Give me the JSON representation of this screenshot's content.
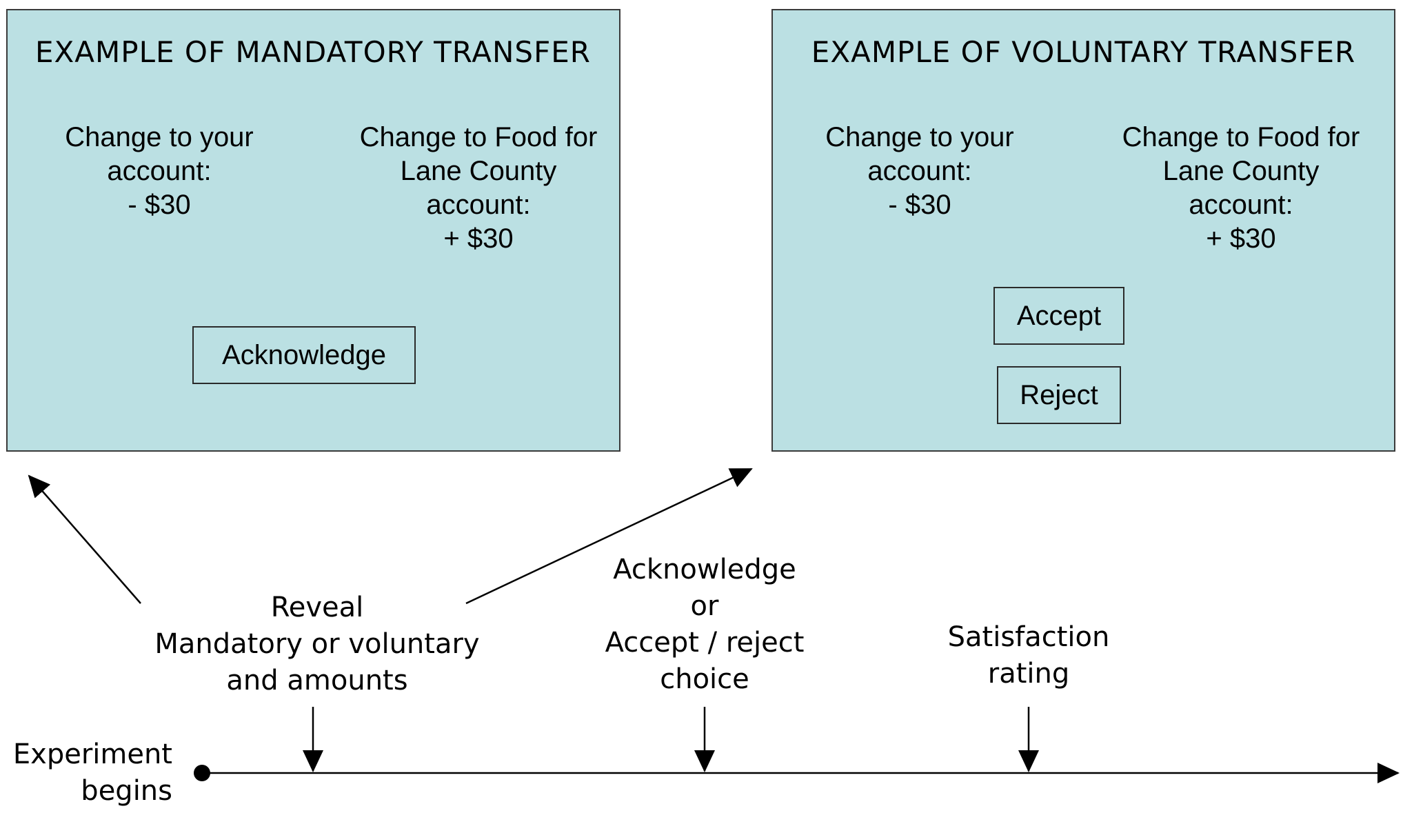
{
  "mandatory_panel": {
    "title": "EXAMPLE OF MANDATORY TRANSFER",
    "your_account": [
      "Change to your",
      "account:",
      "- $30"
    ],
    "food_account": [
      "Change to Food for",
      "Lane County",
      "account:",
      "+ $30"
    ],
    "acknowledge_label": "Acknowledge"
  },
  "voluntary_panel": {
    "title": "EXAMPLE OF VOLUNTARY TRANSFER",
    "your_account": [
      "Change to your",
      "account:",
      "- $30"
    ],
    "food_account": [
      "Change to Food for",
      "Lane County",
      "account:",
      "+ $30"
    ],
    "accept_label": "Accept",
    "reject_label": "Reject"
  },
  "timeline": {
    "start_label": [
      "Experiment",
      "begins"
    ],
    "stages": [
      {
        "lines": [
          "Reveal",
          "Mandatory or voluntary",
          "and amounts"
        ]
      },
      {
        "lines": [
          "Acknowledge",
          "or",
          "Accept / reject",
          "choice"
        ]
      },
      {
        "lines": [
          "Satisfaction",
          "rating"
        ]
      }
    ]
  },
  "colors": {
    "panel_background": "#bbe0e3",
    "panel_border": "#3a3a3a",
    "line": "#000000"
  }
}
